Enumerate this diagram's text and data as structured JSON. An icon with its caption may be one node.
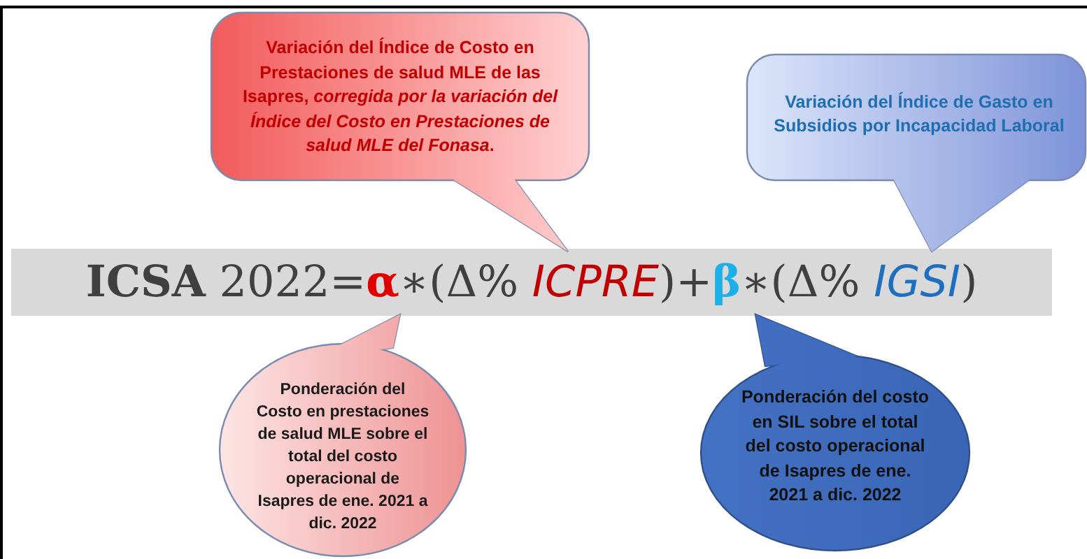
{
  "diagram": {
    "nodes": [
      {
        "text": [
          "Variación del Índice de Costo en Prestaciones de salud MLE de las Isapres, *corregida por la variación del Índice del Costo en Prestaciones de salud MLE del Fonasa*."
        ]
      },
      {
        "text": [
          "Variación del Índice de Gasto en Subsidios por Incapacidad Laboral"
        ]
      },
      {
        "text": [
          "Ponderación del Costo en prestaciones de salud MLE sobre el total del costo operacional de Isapres de ene. 2021 a dic. 2022"
        ]
      },
      {
        "text": [
          "Ponderación del costo en SIL sobre el total del costo operacional de Isapres de ene. 2021 a dic. 2022"
        ]
      }
    ],
    "labels": [
      "**ICSA** 2022=**α**∗(Δ% *ICPRE*)+**β**∗(Δ% *IGSI*)"
    ]
  }
}
